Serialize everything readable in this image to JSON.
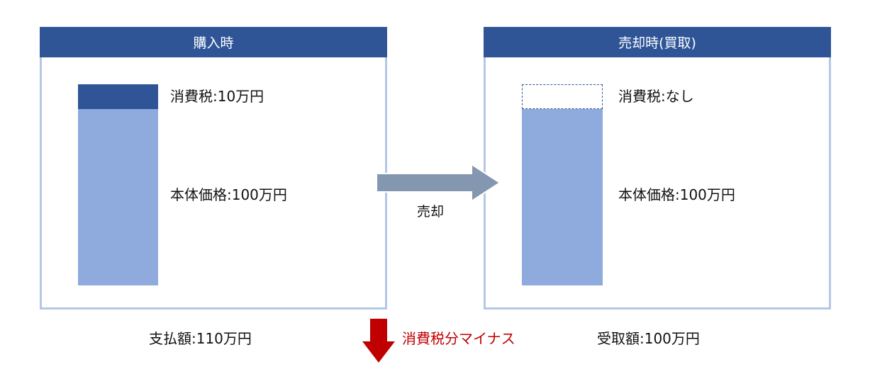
{
  "left": {
    "title": "購入時",
    "tax_label": "消費税:10万円",
    "body_label": "本体価格:100万円",
    "total": "支払額:110万円"
  },
  "right": {
    "title": "売却時(買取)",
    "tax_label": "消費税:なし",
    "body_label": "本体価格:100万円",
    "total": "受取額:100万円"
  },
  "arrow_label": "売却",
  "minus_label": "消費税分マイナス",
  "colors": {
    "header": "#2f5597",
    "tax": "#2f5597",
    "body": "#8faadc",
    "border": "#b4c7e7",
    "arrow": "#8497b0",
    "red": "#c00000"
  }
}
